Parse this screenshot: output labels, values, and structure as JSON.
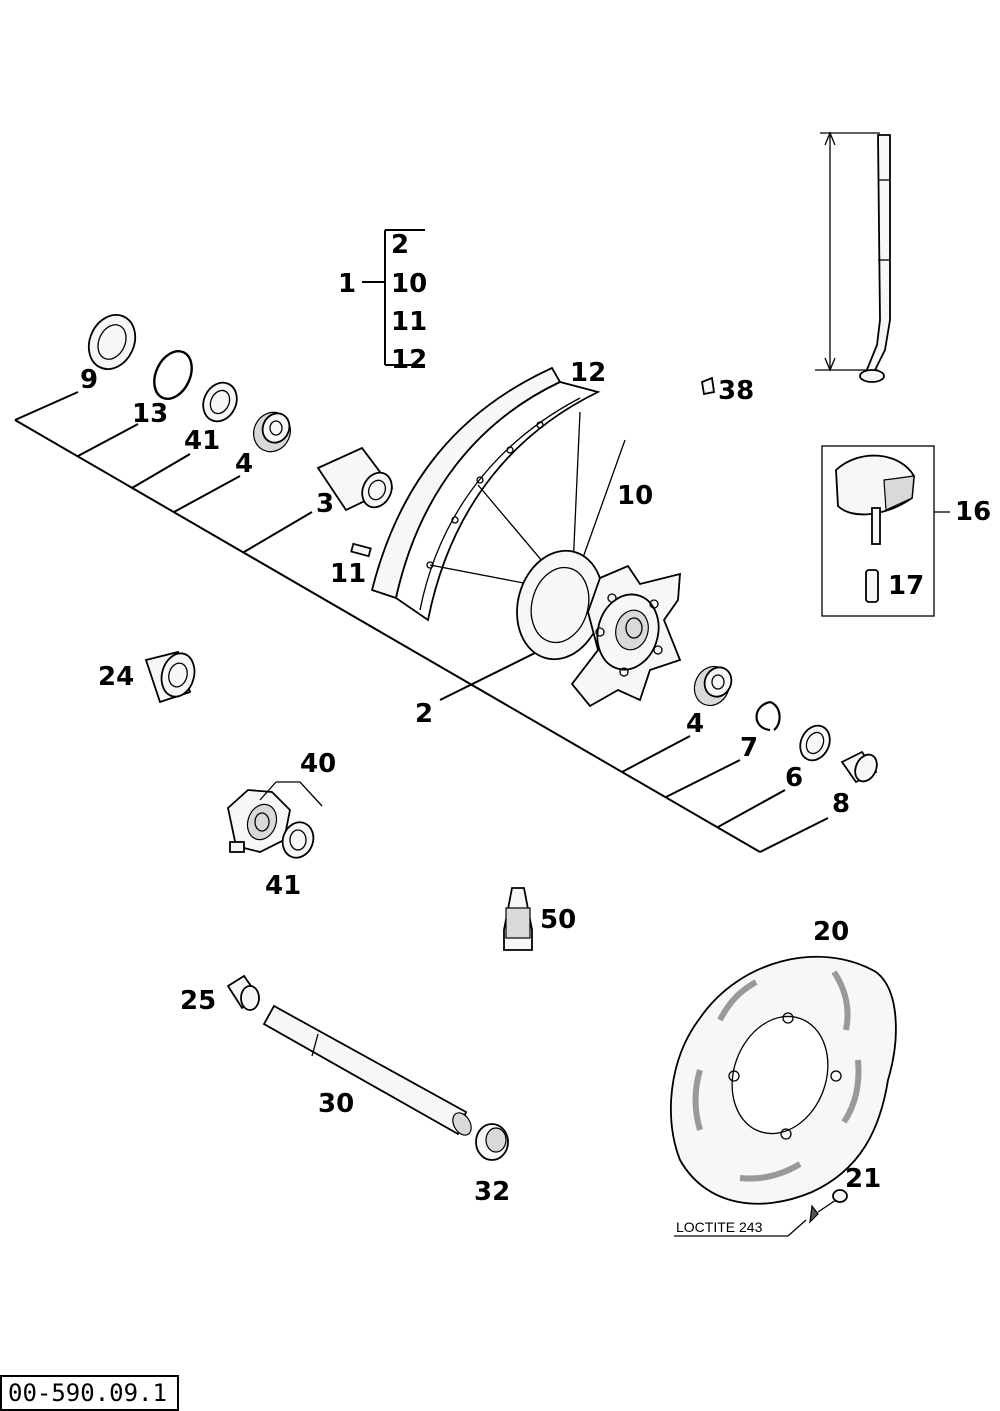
{
  "labels": {
    "l1": "1",
    "l2a": "2",
    "l10a": "10",
    "l11a": "11",
    "l12a": "12",
    "l9": "9",
    "l13": "13",
    "l41a": "41",
    "l4a": "4",
    "l3": "3",
    "l12b": "12",
    "l38": "38",
    "l10b": "10",
    "l16": "16",
    "l17": "17",
    "l11b": "11",
    "l24": "24",
    "l2b": "2",
    "l4b": "4",
    "l7": "7",
    "l6": "6",
    "l8": "8",
    "l40": "40",
    "l41b": "41",
    "l50": "50",
    "l20": "20",
    "l25": "25",
    "l30": "30",
    "l32": "32",
    "l21": "21"
  },
  "note": "LOCTITE 243",
  "ref_code": "00-590.09.1"
}
